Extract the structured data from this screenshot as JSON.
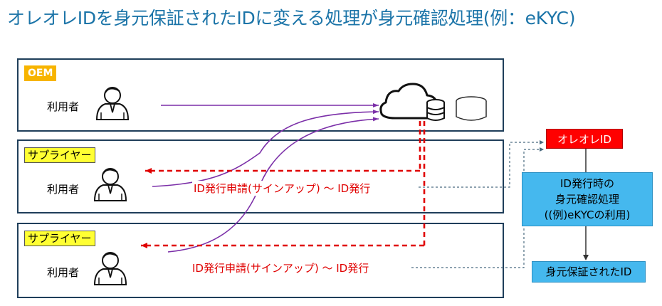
{
  "title": "オレオレIDを身元保証されたIDに変える処理が身元確認処理(例：eKYC)",
  "panels": [
    {
      "tag": "OEM",
      "user_label": "利用者"
    },
    {
      "tag": "サプライヤー",
      "user_label": "利用者",
      "flow_label": "ID発行申請(サインアップ) ～ ID発行"
    },
    {
      "tag": "サプライヤー",
      "user_label": "利用者",
      "flow_label": "ID発行申請(サインアップ) ～ ID発行"
    }
  ],
  "right": {
    "oreore_id": "オレオレID",
    "process_lines": [
      "ID発行時の",
      "身元確認処理",
      "((例)eKYCの利用)"
    ],
    "verified_id": "身元保証されたID"
  },
  "colors": {
    "title": "#1b74a8",
    "panel_border": "#1f3e5a",
    "oem_tag": "#f7b400",
    "supplier_tag": "#ffff33",
    "purple_arrow": "#7b2fa8",
    "red_dashed": "#e00000",
    "blue_box": "#45b8ee",
    "red_box": "#ff0000"
  },
  "icons": [
    "person-icon",
    "cloud-icon",
    "database-icon"
  ]
}
